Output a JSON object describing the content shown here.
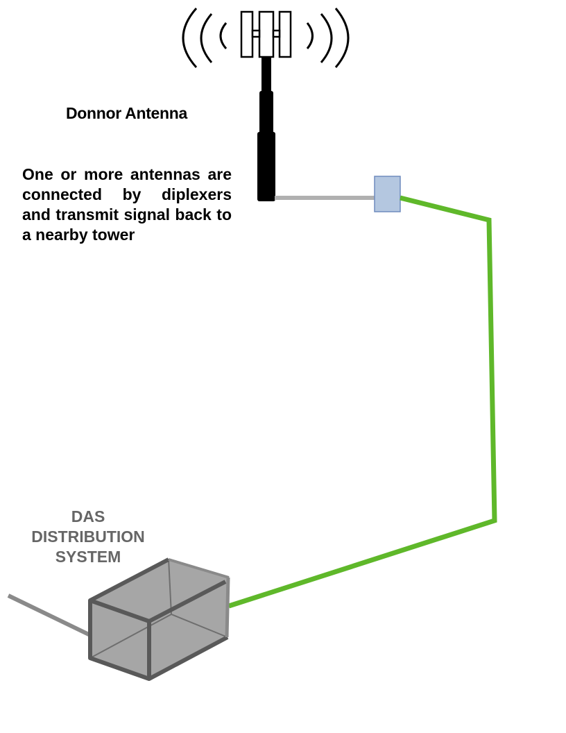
{
  "diagram": {
    "donor_antenna": {
      "title": "Donnor Antenna",
      "description": "One or more antennas are connected by diplexers and transmit signal back to a nearby tower"
    },
    "das": {
      "label_lines": [
        "DAS",
        "DISTRIBUTION",
        "SYSTEM"
      ]
    },
    "colors": {
      "antenna": "#000000",
      "coax_gray": "#b0b0b0",
      "diplexer_fill": "#b4c7e0",
      "diplexer_stroke": "#6f8bbd",
      "fiber_green": "#5fb82a",
      "das_box_fill": "#a6a6a6",
      "das_box_edge": "#595959",
      "das_label": "#666666"
    }
  }
}
